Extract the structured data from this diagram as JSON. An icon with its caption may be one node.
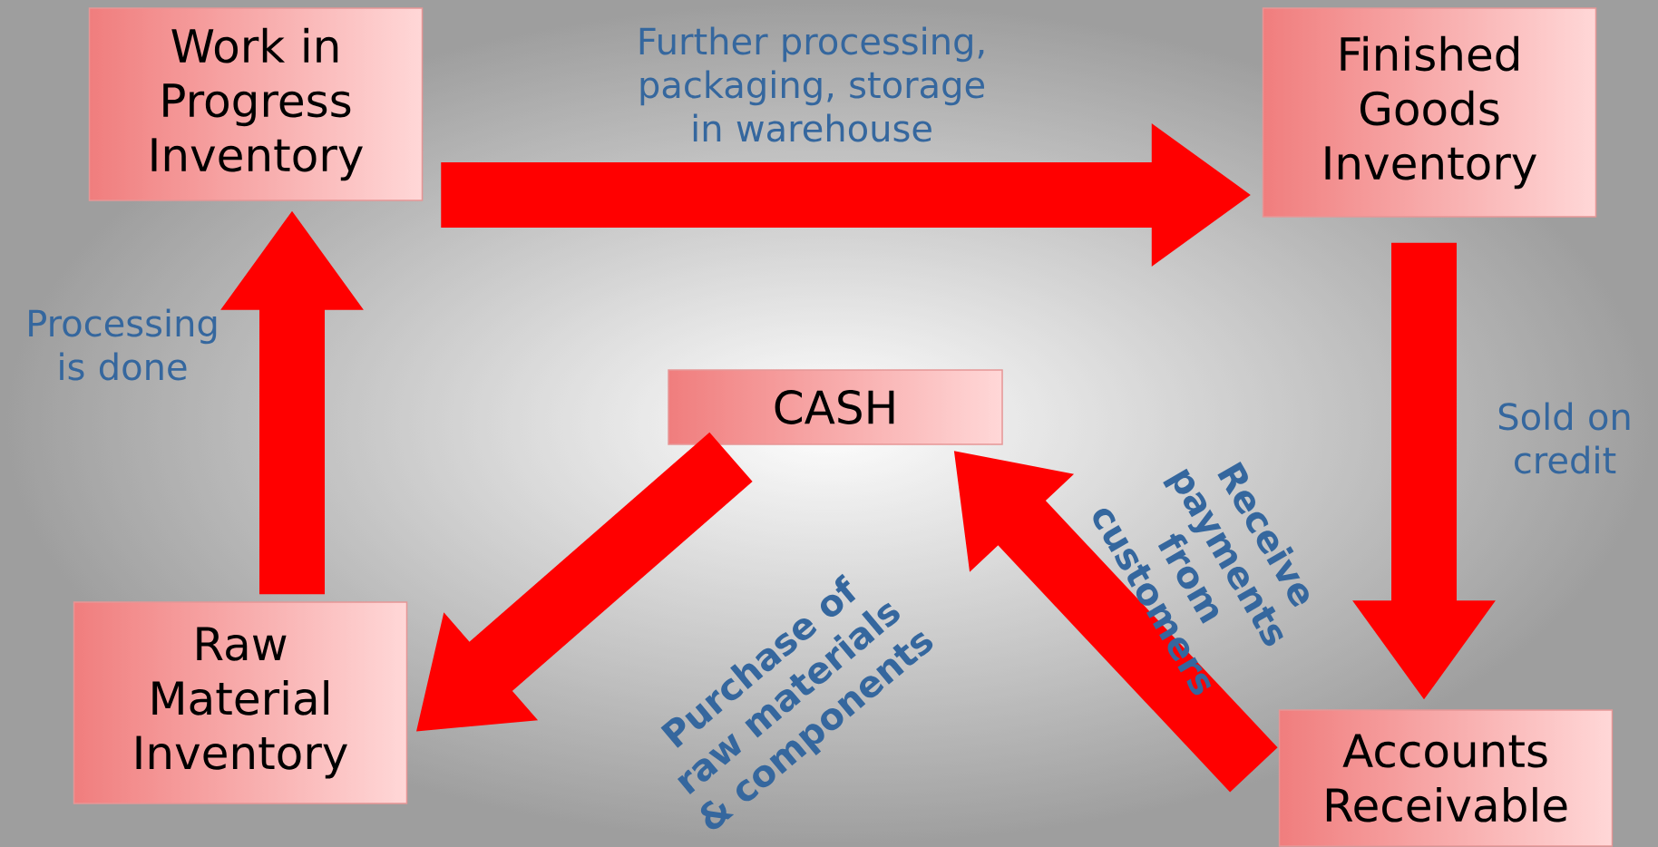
{
  "diagram": {
    "nodes": [
      {
        "text": [
          "Work in Progress Inventory"
        ]
      },
      {
        "text": [
          "Finished Goods Inventory"
        ]
      },
      {
        "text": [
          "CASH"
        ]
      },
      {
        "text": [
          "Raw Material Inventory"
        ]
      },
      {
        "text": [
          "Accounts Receivable"
        ]
      }
    ],
    "edges": [
      {
        "from": 3,
        "to": 0,
        "arrow": "to",
        "label": "Processing is done"
      },
      {
        "from": 0,
        "to": 1,
        "arrow": "to",
        "label": "Further processing, packaging, storage in warehouse"
      },
      {
        "from": 1,
        "to": 4,
        "arrow": "to",
        "label": "Sold on credit"
      },
      {
        "from": 4,
        "to": 2,
        "arrow": "to",
        "label": "Receive payments from customers"
      },
      {
        "from": 2,
        "to": 3,
        "arrow": "to",
        "label": "Purchase of raw materials & components"
      }
    ]
  }
}
